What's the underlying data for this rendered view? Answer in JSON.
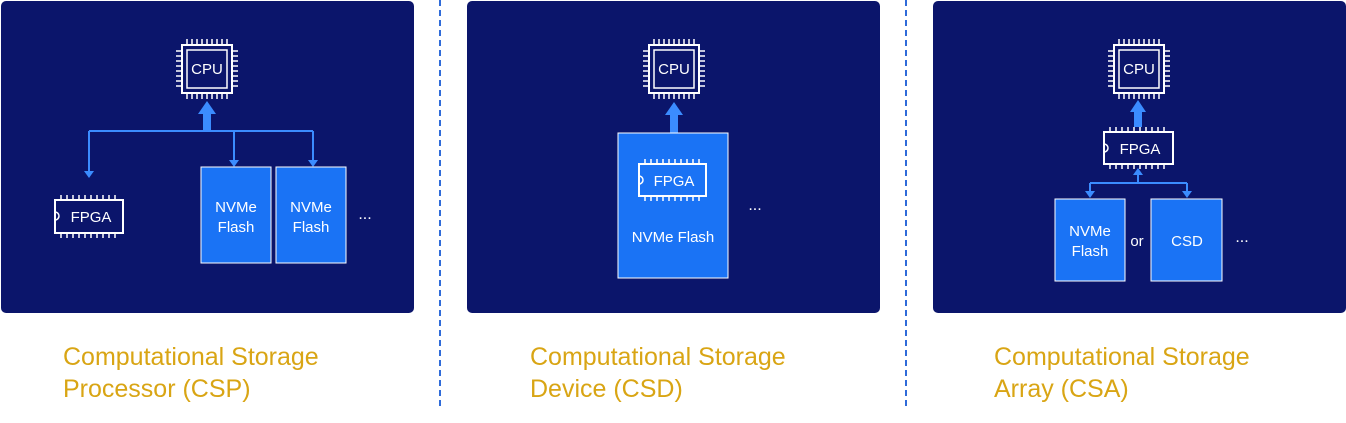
{
  "panels": [
    {
      "cpu_label": "CPU",
      "fpga_label": "FPGA",
      "flash_1": [
        "NVMe",
        "Flash"
      ],
      "flash_2": [
        "NVMe",
        "Flash"
      ],
      "ellipsis": "...",
      "caption_line1": "Computational Storage",
      "caption_line2": "Processor (CSP)"
    },
    {
      "cpu_label": "CPU",
      "fpga_label": "FPGA",
      "device_label": "NVMe Flash",
      "ellipsis": "...",
      "caption_line1": "Computational Storage",
      "caption_line2": "Device (CSD)"
    },
    {
      "cpu_label": "CPU",
      "fpga_label": "FPGA",
      "flash": [
        "NVMe",
        "Flash"
      ],
      "or_label": "or",
      "csd_label": "CSD",
      "ellipsis": "...",
      "caption_line1": "Computational Storage",
      "caption_line2": "Array (CSA)"
    }
  ],
  "colors": {
    "panel_bg": "#0b156b",
    "box_blue": "#1a73f5",
    "arrow_blue": "#3b8cff",
    "caption_gold": "#d9a514",
    "divider": "#2f6bd9"
  }
}
